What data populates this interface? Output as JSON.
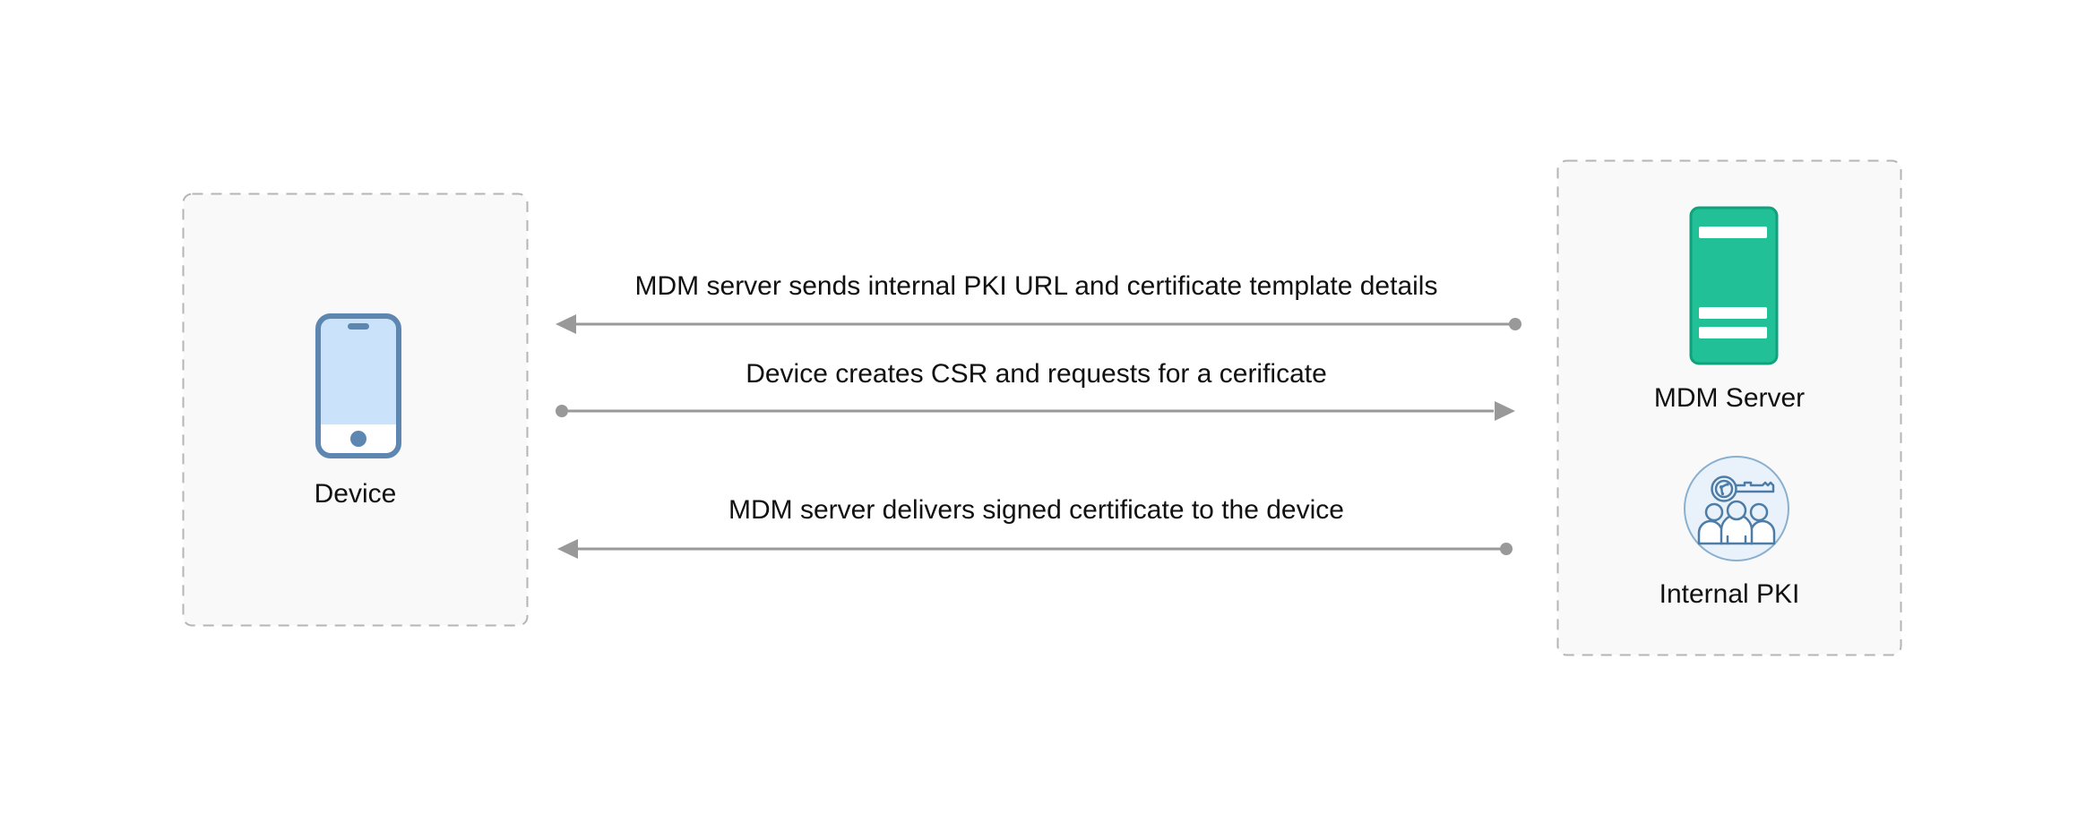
{
  "nodes": {
    "device": {
      "label": "Device",
      "icon": "smartphone-icon"
    },
    "mdm_server": {
      "label": "MDM Server",
      "icon": "server-icon"
    },
    "internal_pki": {
      "label": "Internal PKI",
      "icon": "key-and-users-icon"
    }
  },
  "messages": [
    {
      "label": "MDM server sends internal PKI URL and certificate template details",
      "direction": "right-to-left"
    },
    {
      "label": "Device creates CSR and requests for a cerificate",
      "direction": "left-to-right"
    },
    {
      "label": "MDM server delivers signed certificate to the device",
      "direction": "right-to-left"
    }
  ],
  "colors": {
    "canvas_bg": "#ffffff",
    "box_fill": "#f9f9f9",
    "box_border": "#b5b5b5",
    "arrow": "#999999",
    "text": "#111111",
    "server_fill": "#22c096",
    "server_border": "#10a27d",
    "server_slot": "#ffffff",
    "phone_stroke": "#5d87b0",
    "phone_screen": "#cbe3fa",
    "phone_body": "#ffffff",
    "pki_circle_fill": "#e9f2fb",
    "pki_circle_border": "#8ab0cf",
    "pki_stroke": "#4d7ca6"
  }
}
